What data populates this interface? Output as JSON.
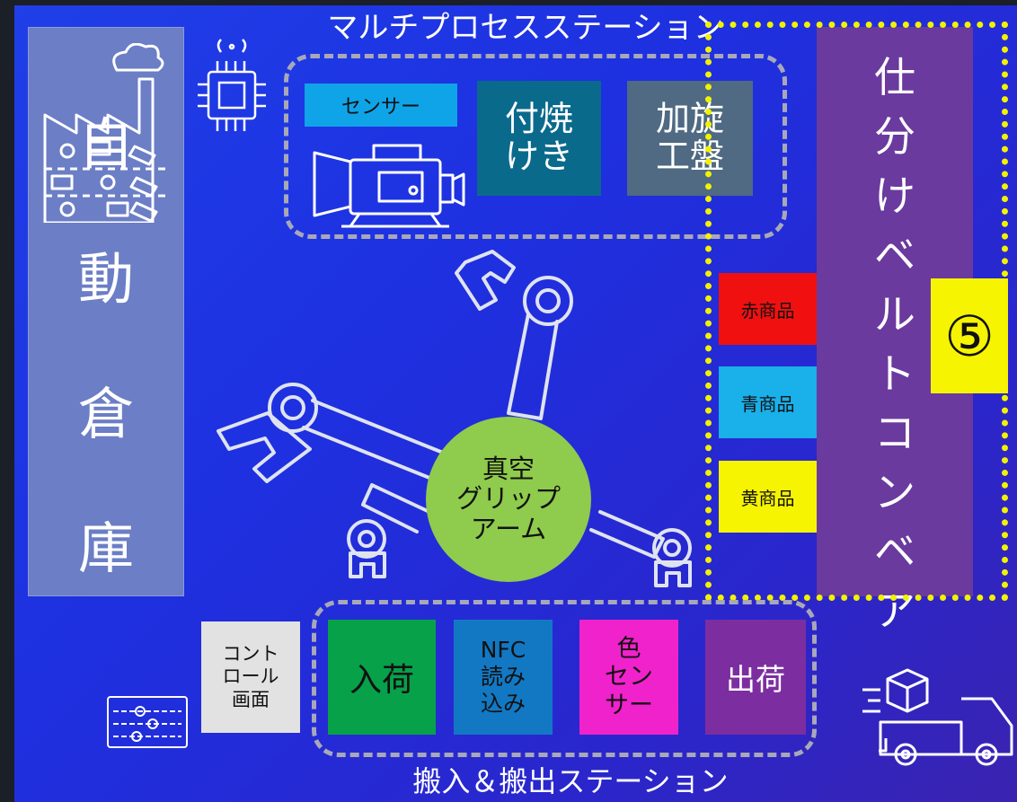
{
  "warehouse": {
    "chars": [
      "自",
      "動",
      "倉",
      "庫"
    ]
  },
  "multi_station": {
    "title": "マルチプロセスステーション",
    "sensor_label": "センサー",
    "boxes": [
      {
        "lines": [
          "付焼",
          "けき"
        ],
        "color": "#0a6a8c"
      },
      {
        "lines": [
          "加旋",
          "工盤"
        ],
        "color": "#4f6a82"
      }
    ]
  },
  "conveyor": {
    "chars": [
      "仕",
      "分",
      "け",
      "ベ",
      "ル",
      "ト",
      "コ",
      "ン",
      "ベ",
      "ア"
    ]
  },
  "products": [
    {
      "label": "赤商品",
      "color": "#f01010"
    },
    {
      "label": "青商品",
      "color": "#1ab0ea"
    },
    {
      "label": "黄商品",
      "color": "#f6f400"
    }
  ],
  "badge": "⑤",
  "arm": {
    "lines": [
      "真空",
      "グリップ",
      "アーム"
    ],
    "color": "#8fcb4c"
  },
  "control": {
    "lines": [
      "コント",
      "ロール",
      "画面"
    ]
  },
  "io_station": {
    "title": "搬入＆搬出ステーション",
    "boxes": [
      {
        "lines": [
          "入荷"
        ],
        "color": "#07a14a"
      },
      {
        "lines": [
          "NFC",
          "読み",
          "込み"
        ],
        "color": "#1278c4"
      },
      {
        "lines": [
          "色",
          "セン",
          "サー"
        ],
        "color": "#f022cc"
      },
      {
        "lines": [
          "出荷"
        ],
        "color": "#7c2ea0"
      }
    ]
  },
  "colors": {
    "highlight": "#f2f200",
    "dash": "#a8a8b8"
  }
}
